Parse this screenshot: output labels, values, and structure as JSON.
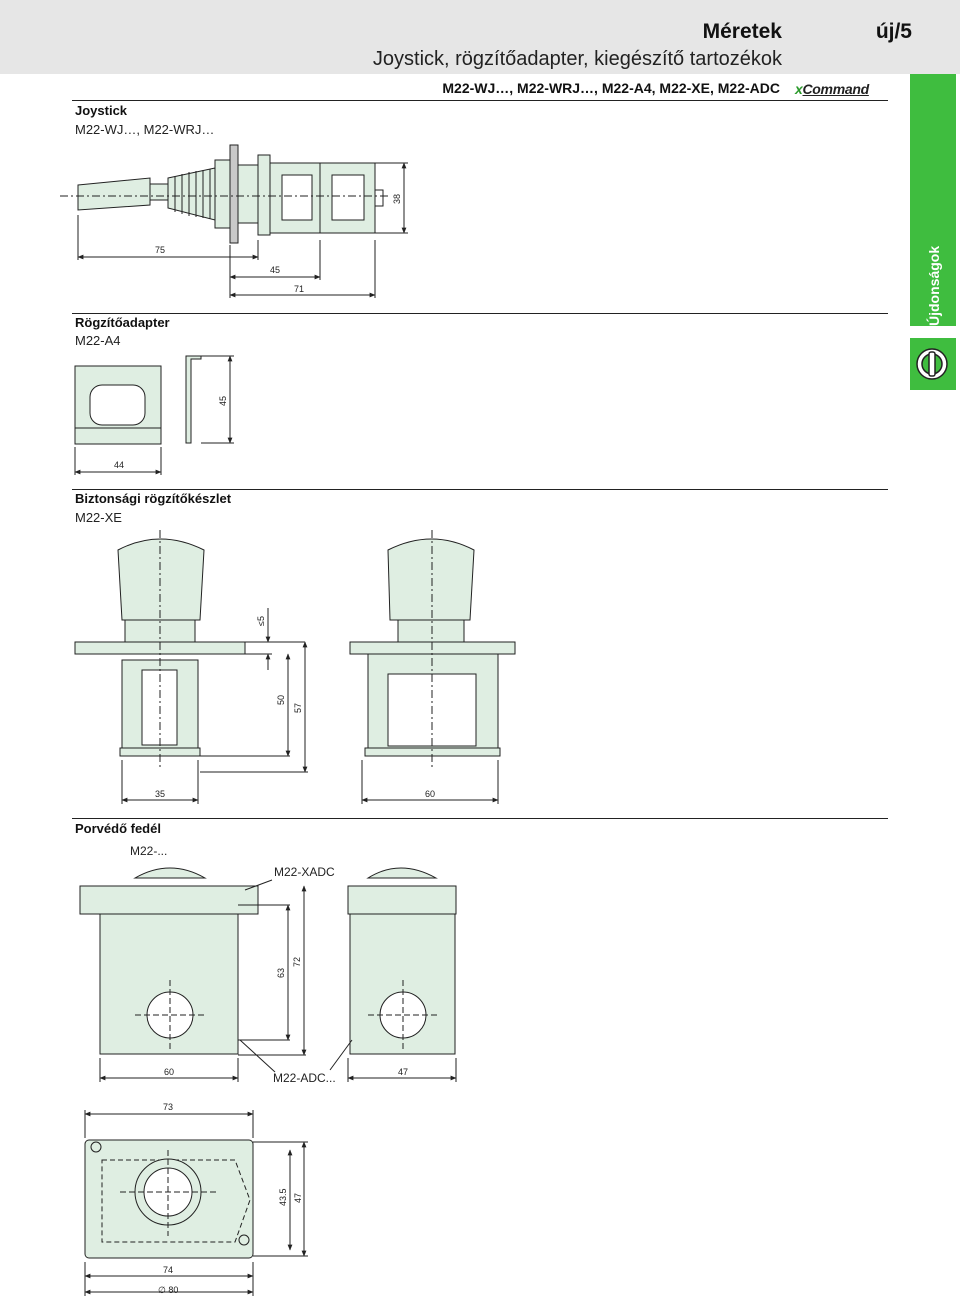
{
  "header": {
    "title": "Méretek",
    "page": "új/5",
    "subtitle": "Joystick, rögzítőadapter, kiegészítő tartozékok",
    "codes": "M22-WJ…, M22-WRJ…, M22-A4, M22-XE, M22-ADC",
    "logo_x": "x",
    "logo_rest": "Command"
  },
  "side_tab": {
    "label": "Újdonságok",
    "icon": "selector-switch-icon"
  },
  "sections": [
    {
      "title": "Joystick",
      "subtitle": "M22-WJ…, M22-WRJ…"
    },
    {
      "title": "Rögzítőadapter",
      "subtitle": "M22-A4"
    },
    {
      "title": "Biztonsági rögzítőkészlet",
      "subtitle": "M22-XE"
    },
    {
      "title": "Porvédő fedél",
      "subtitle": ""
    }
  ],
  "dimensions": {
    "joystick": [
      "75",
      "45",
      "71",
      "38"
    ],
    "adapter": [
      "45",
      "44"
    ],
    "safety": [
      "≤5",
      "50",
      "57",
      "35",
      "60"
    ],
    "cover": [
      "63",
      "72",
      "60",
      "47",
      "73",
      "43.5",
      "47",
      "74",
      "∅ 80"
    ]
  },
  "labels": {
    "m22": "M22-...",
    "xadc": "M22-XADC",
    "adc": "M22-ADC..."
  },
  "colors": {
    "part_fill": "#dfeee2",
    "accent": "#3fbd3f"
  }
}
